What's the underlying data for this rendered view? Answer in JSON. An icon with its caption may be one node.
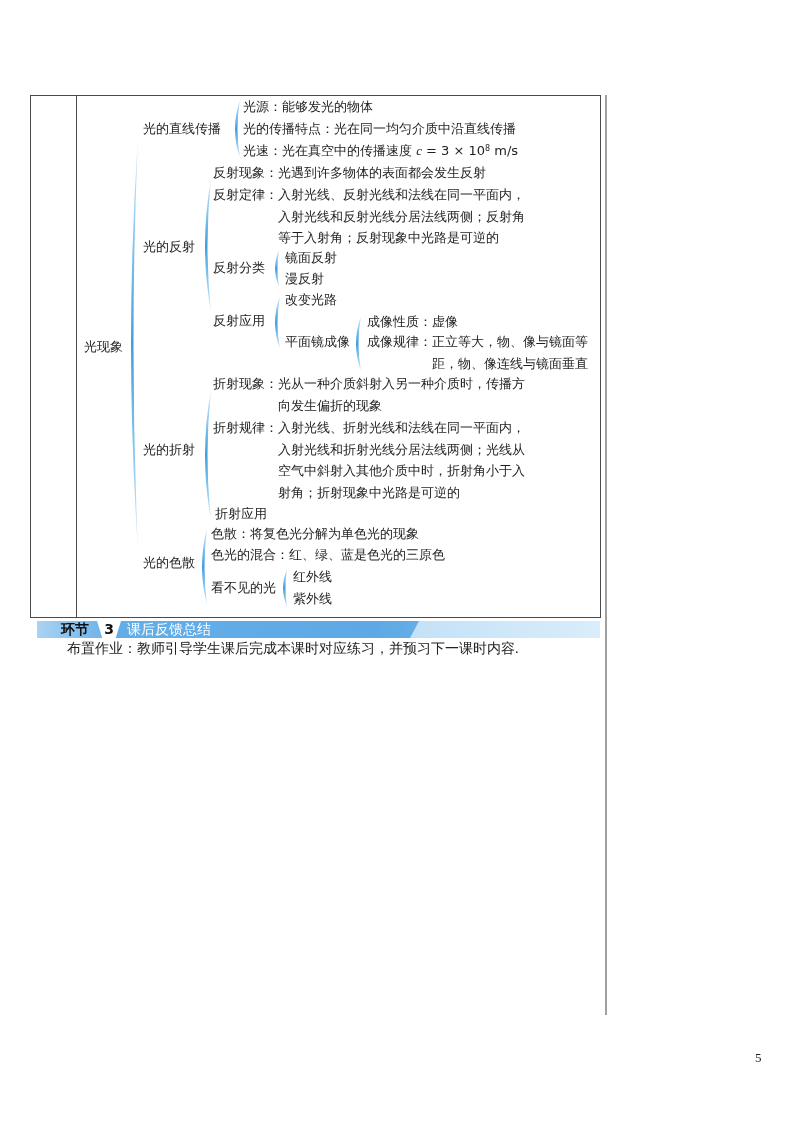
{
  "diagram": {
    "labels": [
      "光现象",
      "光的直线传播",
      "光源：能够发光的物体",
      "光的传播特点：光在同一均匀介质中沿直线传播",
      "光速：光在真空中的传播速度 *c* = 3 × 10$^{8}$ m/s",
      "光的反射",
      "反射现象：光遇到许多物体的表面都会发生反射",
      "反射定律：入射光线、反射光线和法线在同一平面内，入射光线和反射光线分居法线两侧；反射角等于入射角；反射现象中光路是可逆的",
      "反射分类",
      "镜面反射",
      "漫反射",
      "反射应用",
      "改变光路",
      "平面镜成像",
      "成像性质：虚像",
      "成像规律：正立等大，物、像与镜面等距，物、像连线与镜面垂直",
      "光的折射",
      "折射现象：光从一种介质斜射入另一种介质时，传播方向发生偏折的现象",
      "折射规律：入射光线、折射光线和法线在同一平面内，入射光线和折射光线分居法线两侧；光线从空气中斜射入其他介质中时，折射角小于入射角；折射现象中光路是可逆的",
      "折射应用",
      "光的色散",
      "色散：将复色光分解为单色光的现象",
      "色光的混合：红、绿、蓝是色光的三原色",
      "看不见的光",
      "红外线",
      "紫外线",
      "环节",
      "3",
      "课后反馈总结",
      "布置作业：教师引导学生课后完成本课时对应练习，并预习下一课时内容.",
      "5"
    ]
  }
}
